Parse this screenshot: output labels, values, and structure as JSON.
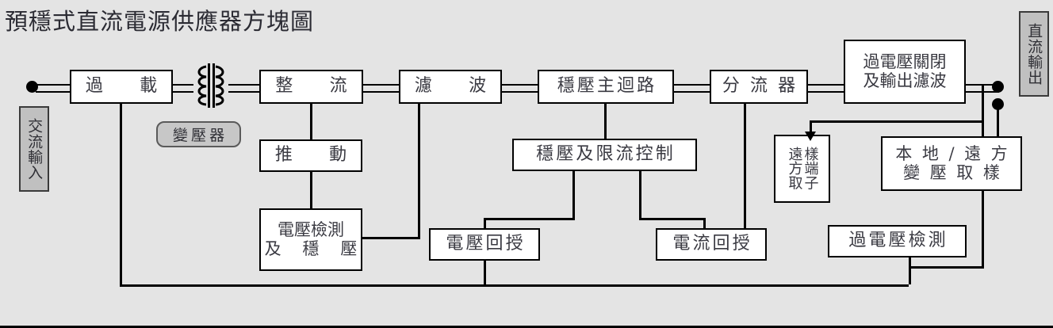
{
  "diagram": {
    "title": "預穩式直流電源供應器方塊圖",
    "type": "block-diagram",
    "background_color": "#e4e4e4",
    "box_fill": "#ffffff",
    "terminal_fill": "#c0c0c0",
    "line_color": "#000000"
  },
  "terminals": {
    "ac_input": "交流輸入",
    "dc_output": "直流輸出"
  },
  "symbols": {
    "transformer_caption": "變壓器"
  },
  "blocks": {
    "overload": {
      "line1": "過　載"
    },
    "rectifier": {
      "line1": "整　流"
    },
    "filter": {
      "line1": "濾　波"
    },
    "regulator_main": {
      "line1": "穩壓主迴路"
    },
    "shunt": {
      "line1": "分 流 器"
    },
    "ovp_shutdown": {
      "line1": "過電壓關閉",
      "line2": "及輸出濾波"
    },
    "driver": {
      "line1": "推　動"
    },
    "volt_detect_reg": {
      "line1": "電壓檢測",
      "line2": "及　穩　壓"
    },
    "reg_current_limit": {
      "line1": "穩壓及限流控制"
    },
    "volt_feedback": {
      "line1": "電壓回授"
    },
    "curr_feedback": {
      "line1": "電流回授"
    },
    "ovp_detect": {
      "line1": "過電壓檢測"
    },
    "remote_sense_terminal": {
      "col_right": "樣端子",
      "col_left": "遠方取"
    },
    "local_remote_sense": {
      "line1": "本 地 / 遠 方",
      "line2": "變 壓 取 樣"
    }
  }
}
